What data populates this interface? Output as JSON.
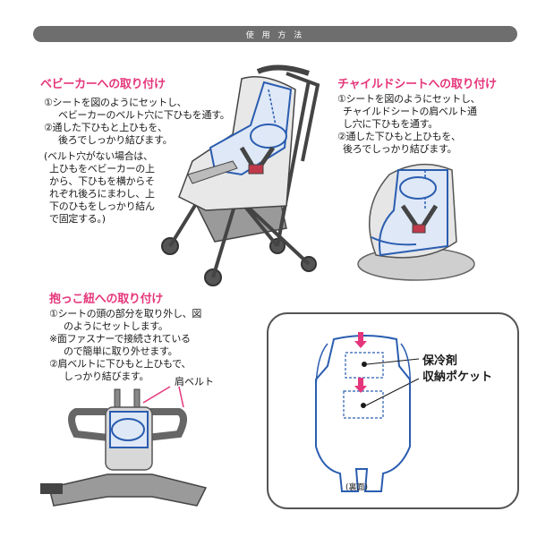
{
  "header": {
    "label": "使 用 方 法"
  },
  "stroller": {
    "title": "ベビーカーへの取り付け",
    "lines": [
      "①シートを図のようにセットし、",
      "ベビーカーのベルト穴に下ひもを通す。",
      "②通した下ひもと上ひもを、",
      "後ろでしっかり結びます。"
    ],
    "note_lines": [
      "(ベルト穴がない場合は、",
      "上ひもをベビーカーの上",
      "から、下ひもを横からそ",
      "れぞれ後ろにまわし、上",
      "下のひもをしっかり結ん",
      "で固定する。)"
    ]
  },
  "child_seat": {
    "title": "チャイルドシートへの取り付け",
    "lines": [
      "①シートを図のようにセットし、",
      "チャイルドシートの肩ベルト通",
      "し穴に下ひもを通す。",
      "②通した下ひもと上ひもを、",
      "後ろでしっかり結びます。"
    ]
  },
  "carrier": {
    "title": "抱っこ紐への取り付け",
    "lines": [
      "①シートの頭の部分を取り外し、図",
      "のようにセットします。",
      "※面ファスナーで接続されている",
      "ので簡単に取り外せます。",
      "②肩ベルトに下ひもと上ひもで、",
      "しっかり結びます。"
    ],
    "shoulder_belt_label": "肩ベルト"
  },
  "back_view": {
    "pocket_label_1": "保冷剤",
    "pocket_label_2": "収納ポケット",
    "caption": "(裏面)"
  },
  "colors": {
    "accent_pink": "#e5367b",
    "seat_blue": "#2a5db0",
    "gray": "#6e6e6e"
  }
}
